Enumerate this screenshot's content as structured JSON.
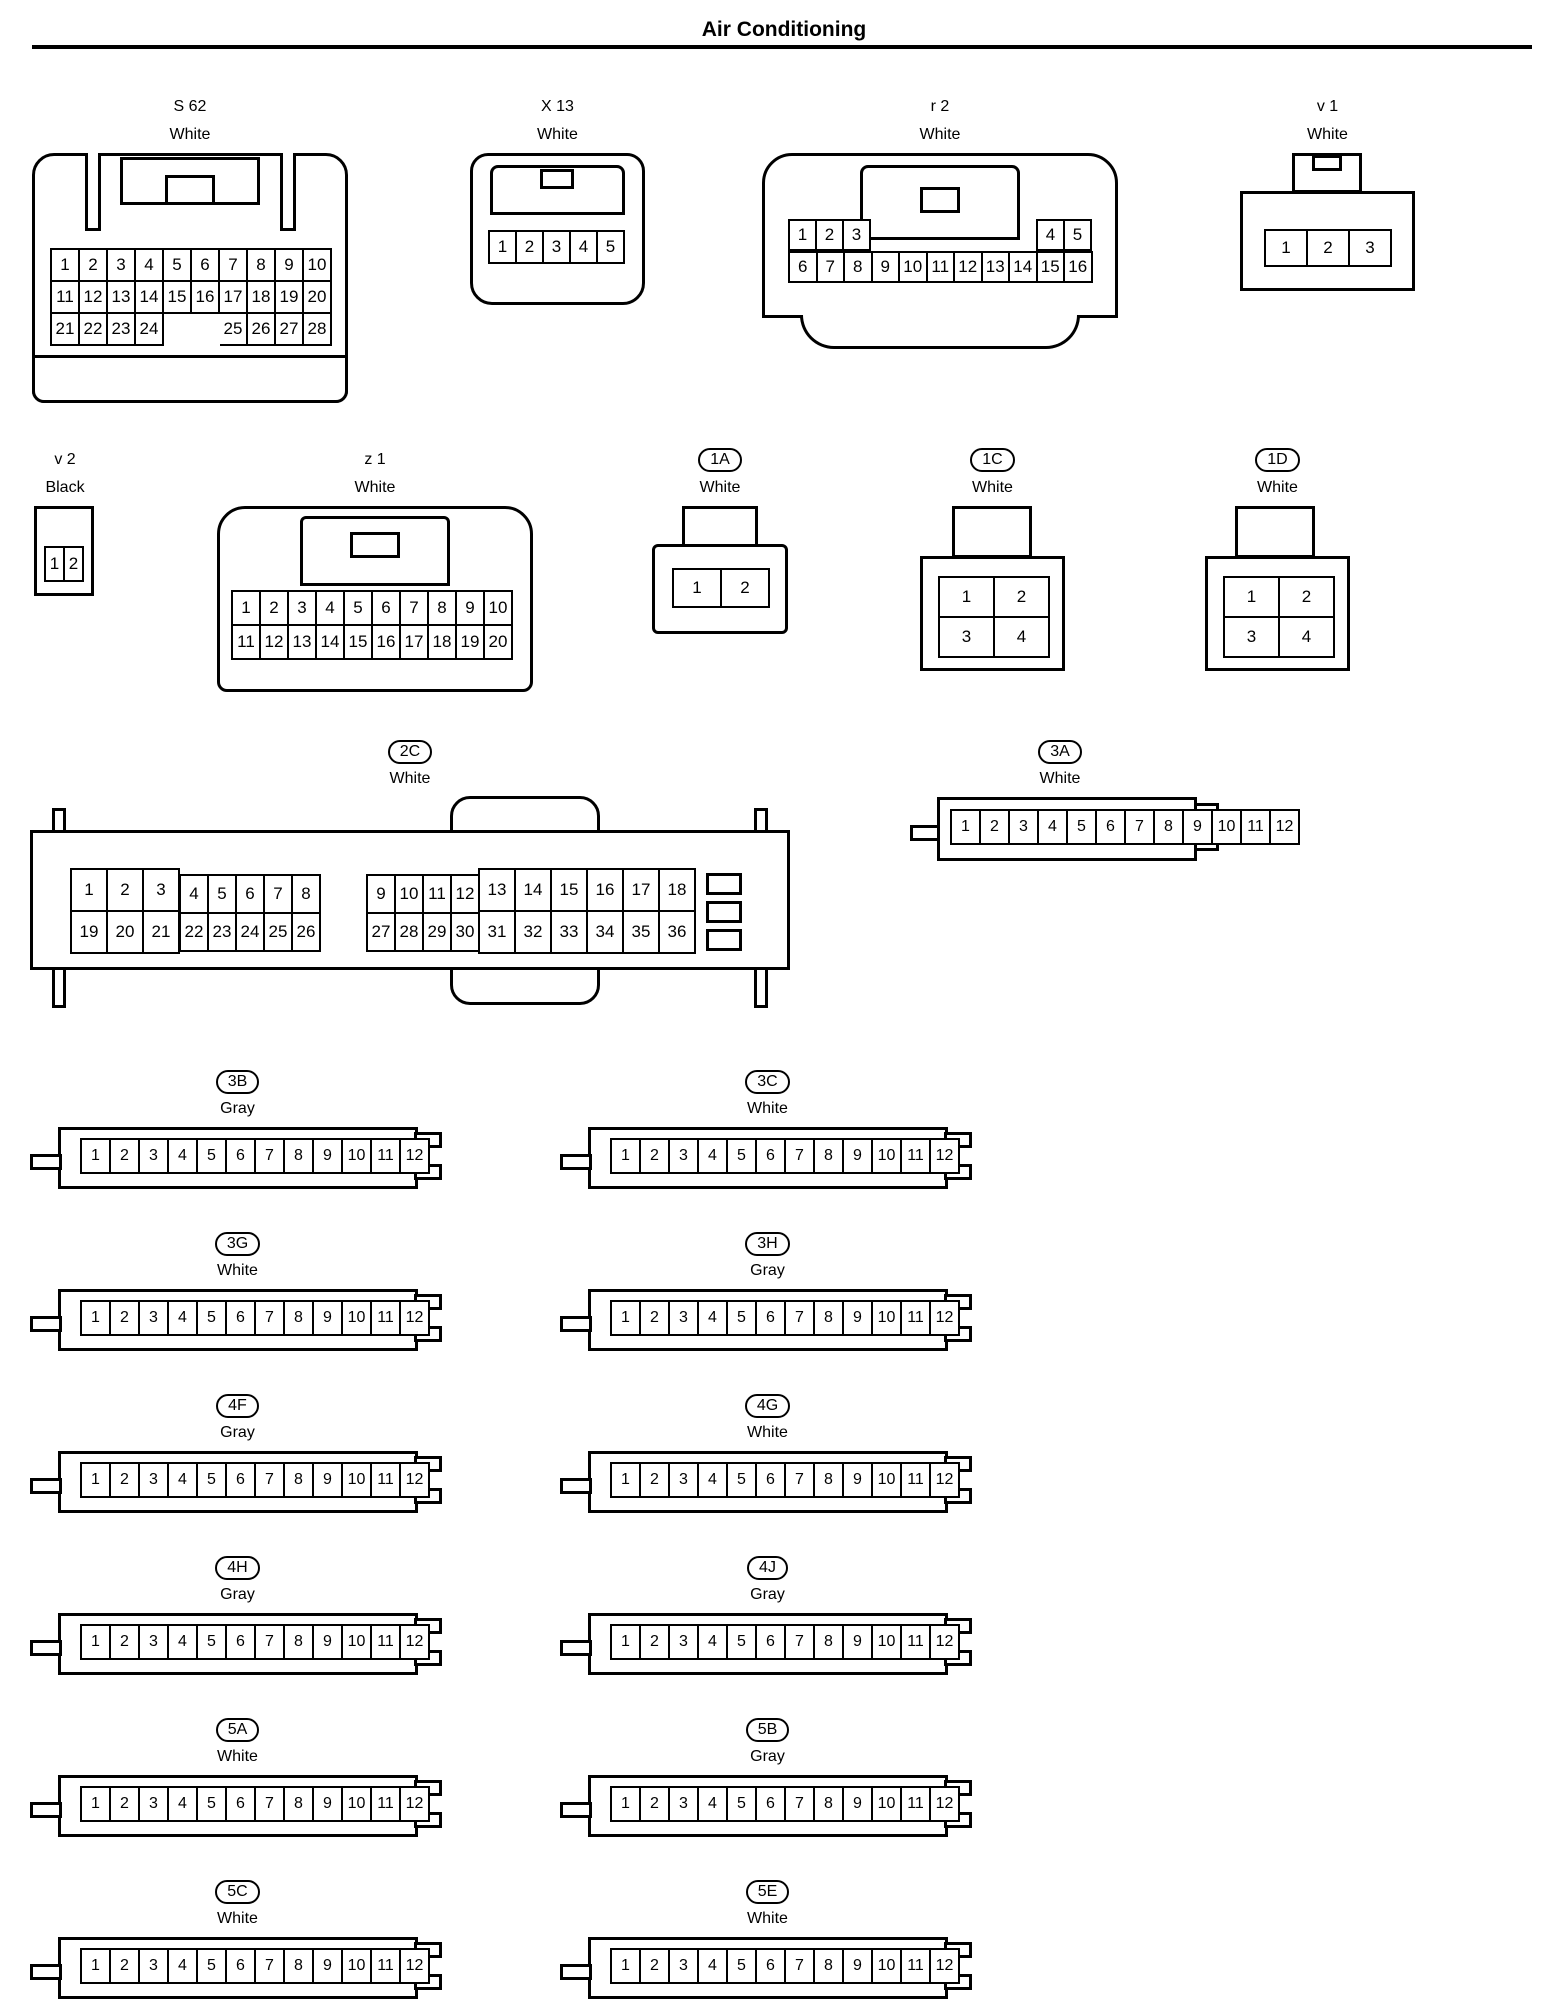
{
  "title": "Air Conditioning",
  "connectors": {
    "s62": {
      "code": "S 62",
      "color": "White",
      "rows": [
        [
          "1",
          "2",
          "3",
          "4",
          "5",
          "6",
          "7",
          "8",
          "9",
          "10"
        ],
        [
          "11",
          "12",
          "13",
          "14",
          "15",
          "16",
          "17",
          "18",
          "19",
          "20"
        ],
        [
          "21",
          "22",
          "23",
          "24",
          "",
          "",
          "25",
          "26",
          "27",
          "28"
        ]
      ]
    },
    "x13": {
      "code": "X 13",
      "color": "White",
      "pins": [
        "1",
        "2",
        "3",
        "4",
        "5"
      ]
    },
    "r2": {
      "code": "r 2",
      "color": "White",
      "row1": [
        "1",
        "2",
        "3",
        "4",
        "5"
      ],
      "row2": [
        "6",
        "7",
        "8",
        "9",
        "10",
        "11",
        "12",
        "13",
        "14",
        "15",
        "16"
      ]
    },
    "v1": {
      "code": "v 1",
      "color": "White",
      "pins": [
        "1",
        "2",
        "3"
      ]
    },
    "v2": {
      "code": "v 2",
      "color": "Black",
      "pins": [
        "1",
        "2"
      ]
    },
    "z1": {
      "code": "z 1",
      "color": "White",
      "rows": [
        [
          "1",
          "2",
          "3",
          "4",
          "5",
          "6",
          "7",
          "8",
          "9",
          "10"
        ],
        [
          "11",
          "12",
          "13",
          "14",
          "15",
          "16",
          "17",
          "18",
          "19",
          "20"
        ]
      ]
    },
    "c1A": {
      "code": "1A",
      "color": "White",
      "pins": [
        "1",
        "2"
      ]
    },
    "c1C": {
      "code": "1C",
      "color": "White",
      "pins": [
        "1",
        "2",
        "3",
        "4"
      ]
    },
    "c1D": {
      "code": "1D",
      "color": "White",
      "pins": [
        "1",
        "2",
        "3",
        "4"
      ]
    },
    "c2C": {
      "code": "2C",
      "color": "White",
      "left_big_top": [
        "1",
        "2",
        "3"
      ],
      "left_big_bot": [
        "19",
        "20",
        "21"
      ],
      "left_small_top": [
        "4",
        "5",
        "6",
        "7",
        "8"
      ],
      "left_small_bot": [
        "22",
        "23",
        "24",
        "25",
        "26"
      ],
      "mid_small_top": [
        "9",
        "10",
        "11",
        "12"
      ],
      "mid_small_bot": [
        "27",
        "28",
        "29",
        "30"
      ],
      "right_big_top": [
        "13",
        "14",
        "15",
        "16",
        "17",
        "18"
      ],
      "right_big_bot": [
        "31",
        "32",
        "33",
        "34",
        "35",
        "36"
      ]
    },
    "c3A": {
      "code": "3A",
      "color": "White"
    },
    "c3B": {
      "code": "3B",
      "color": "Gray"
    },
    "c3C": {
      "code": "3C",
      "color": "White"
    },
    "c3G": {
      "code": "3G",
      "color": "White"
    },
    "c3H": {
      "code": "3H",
      "color": "Gray"
    },
    "c4F": {
      "code": "4F",
      "color": "Gray"
    },
    "c4G": {
      "code": "4G",
      "color": "White"
    },
    "c4H": {
      "code": "4H",
      "color": "Gray"
    },
    "c4J": {
      "code": "4J",
      "color": "Gray"
    },
    "c5A": {
      "code": "5A",
      "color": "White"
    },
    "c5B": {
      "code": "5B",
      "color": "Gray"
    },
    "c5C": {
      "code": "5C",
      "color": "White"
    },
    "c5E": {
      "code": "5E",
      "color": "White"
    }
  },
  "strip_pins": [
    "1",
    "2",
    "3",
    "4",
    "5",
    "6",
    "7",
    "8",
    "9",
    "10",
    "11",
    "12"
  ]
}
